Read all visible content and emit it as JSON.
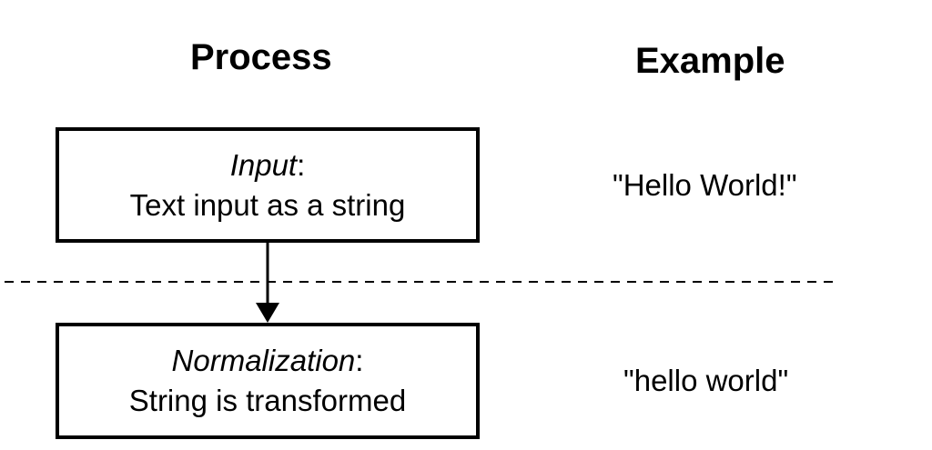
{
  "headers": {
    "process": "Process",
    "example": "Example"
  },
  "steps": [
    {
      "name": "Input",
      "suffix": ":",
      "description": "Text input as a string",
      "example": "\"Hello World!\""
    },
    {
      "name": "Normalization",
      "suffix": ":",
      "description": "String is transformed",
      "example": "\"hello world\""
    }
  ],
  "colors": {
    "stroke": "#000000",
    "background": "#ffffff"
  }
}
